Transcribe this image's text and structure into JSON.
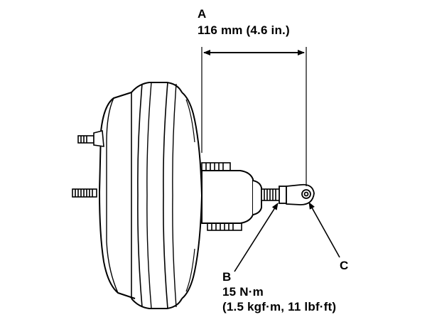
{
  "callouts": {
    "a": {
      "letter": "A",
      "dimension": "116 mm (4.6 in.)"
    },
    "b": {
      "letter": "B",
      "torque_metric": "15 N·m",
      "torque_alt": "(1.5 kgf·m, 11 lbf·ft)"
    },
    "c": {
      "letter": "C"
    }
  },
  "colors": {
    "ink": "#000000",
    "paper": "#ffffff"
  }
}
